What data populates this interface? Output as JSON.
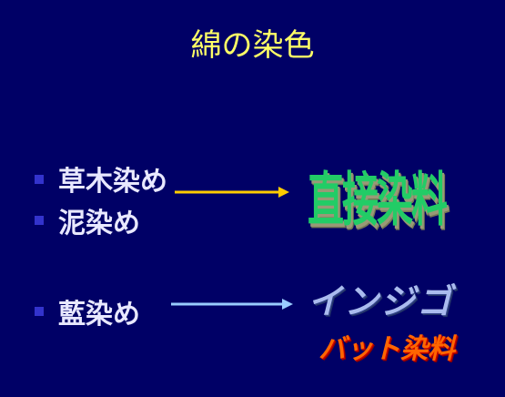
{
  "slide": {
    "title": "綿の染色",
    "bullets": [
      {
        "label": "草木染め"
      },
      {
        "label": "泥染め"
      },
      {
        "label": "藍染め"
      }
    ],
    "labels": {
      "direct_dye": "直接染料",
      "indigo": "インジゴ",
      "vat_dye": "バット染料"
    },
    "colors": {
      "background": "#000066",
      "title": "#ffff66",
      "arrow_top": "#ffcc00",
      "arrow_bottom": "#99ccff",
      "direct_dye": "#22cc66",
      "vat_dye": "#ff6600"
    }
  }
}
